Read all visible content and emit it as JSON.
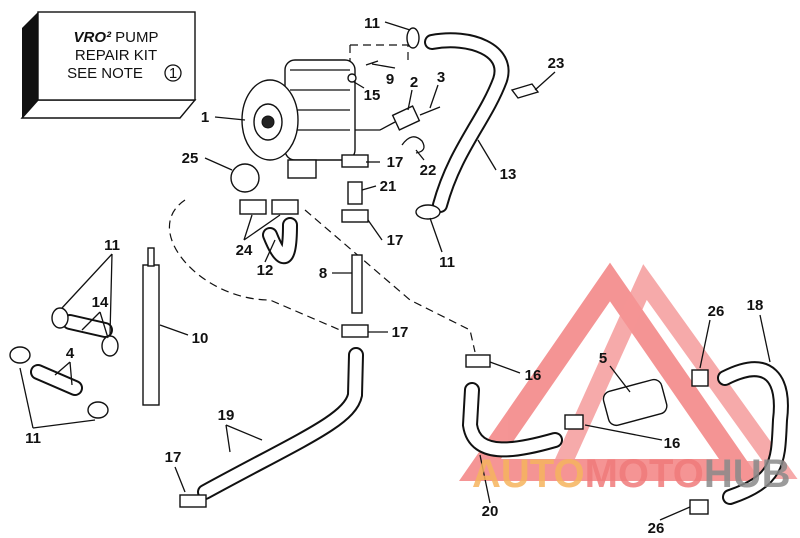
{
  "kit_box": {
    "line1_brand": "VRO²",
    "line1_rest": "PUMP",
    "line2": "REPAIR KIT",
    "line3": "SEE NOTE",
    "note_number": "1"
  },
  "callouts": {
    "c11a": "11",
    "c23": "23",
    "c9": "9",
    "c3": "3",
    "c2": "2",
    "c15": "15",
    "c1": "1",
    "c25": "25",
    "c17a": "17",
    "c22": "22",
    "c13": "13",
    "c21": "21",
    "c17b": "17",
    "c24": "24",
    "c11b": "11",
    "c12": "12",
    "c8": "8",
    "c11c": "11",
    "c14": "14",
    "c10": "10",
    "c17c": "17",
    "c4": "4",
    "c26a": "26",
    "c18": "18",
    "c5": "5",
    "c16a": "16",
    "c11d": "11",
    "c19": "19",
    "c17d": "17",
    "c16b": "16",
    "c20": "20",
    "c26b": "26"
  },
  "watermark": {
    "part1": "AUTO",
    "part2": "MOTO",
    "part3": "HUB",
    "colors": {
      "auto": "#f6b45e",
      "moto": "#f07b7b",
      "hub": "#8a8a8a",
      "triangle": "#f27a7a"
    }
  }
}
